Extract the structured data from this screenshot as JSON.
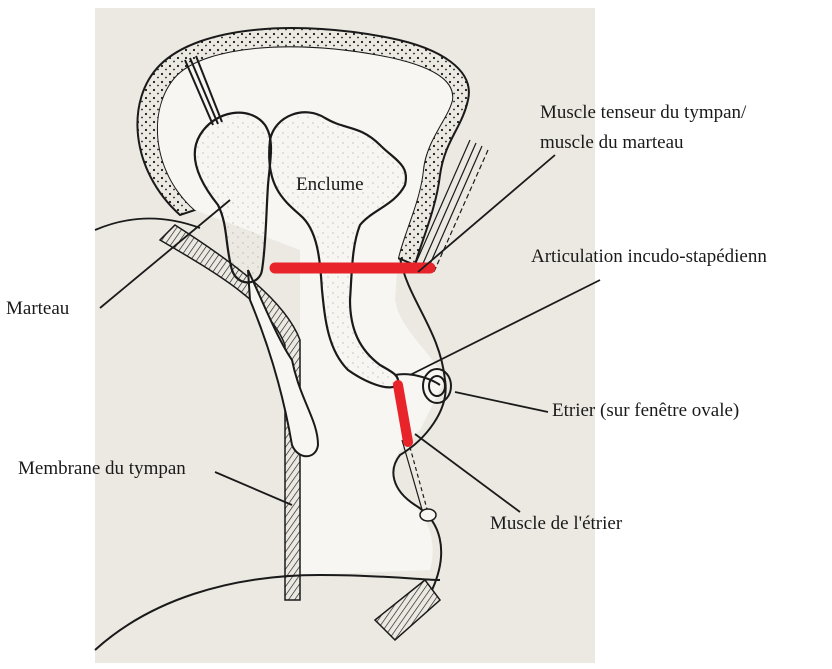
{
  "labels": {
    "enclume": "Enclume",
    "marteau": "Marteau",
    "membrane": "Membrane du tympan",
    "tenseur_line1": "Muscle tenseur du tympan/",
    "tenseur_line2": "muscle du marteau",
    "articulation": "Articulation incudo-stapédienn",
    "etrier": "Etrier (sur fenêtre ovale)",
    "muscle_etrier": "Muscle de l'étrier"
  },
  "colors": {
    "paper": "#ece9e2",
    "ink": "#1a1a1a",
    "muscle": "#e8232a",
    "bone": "#f7f6f3"
  }
}
